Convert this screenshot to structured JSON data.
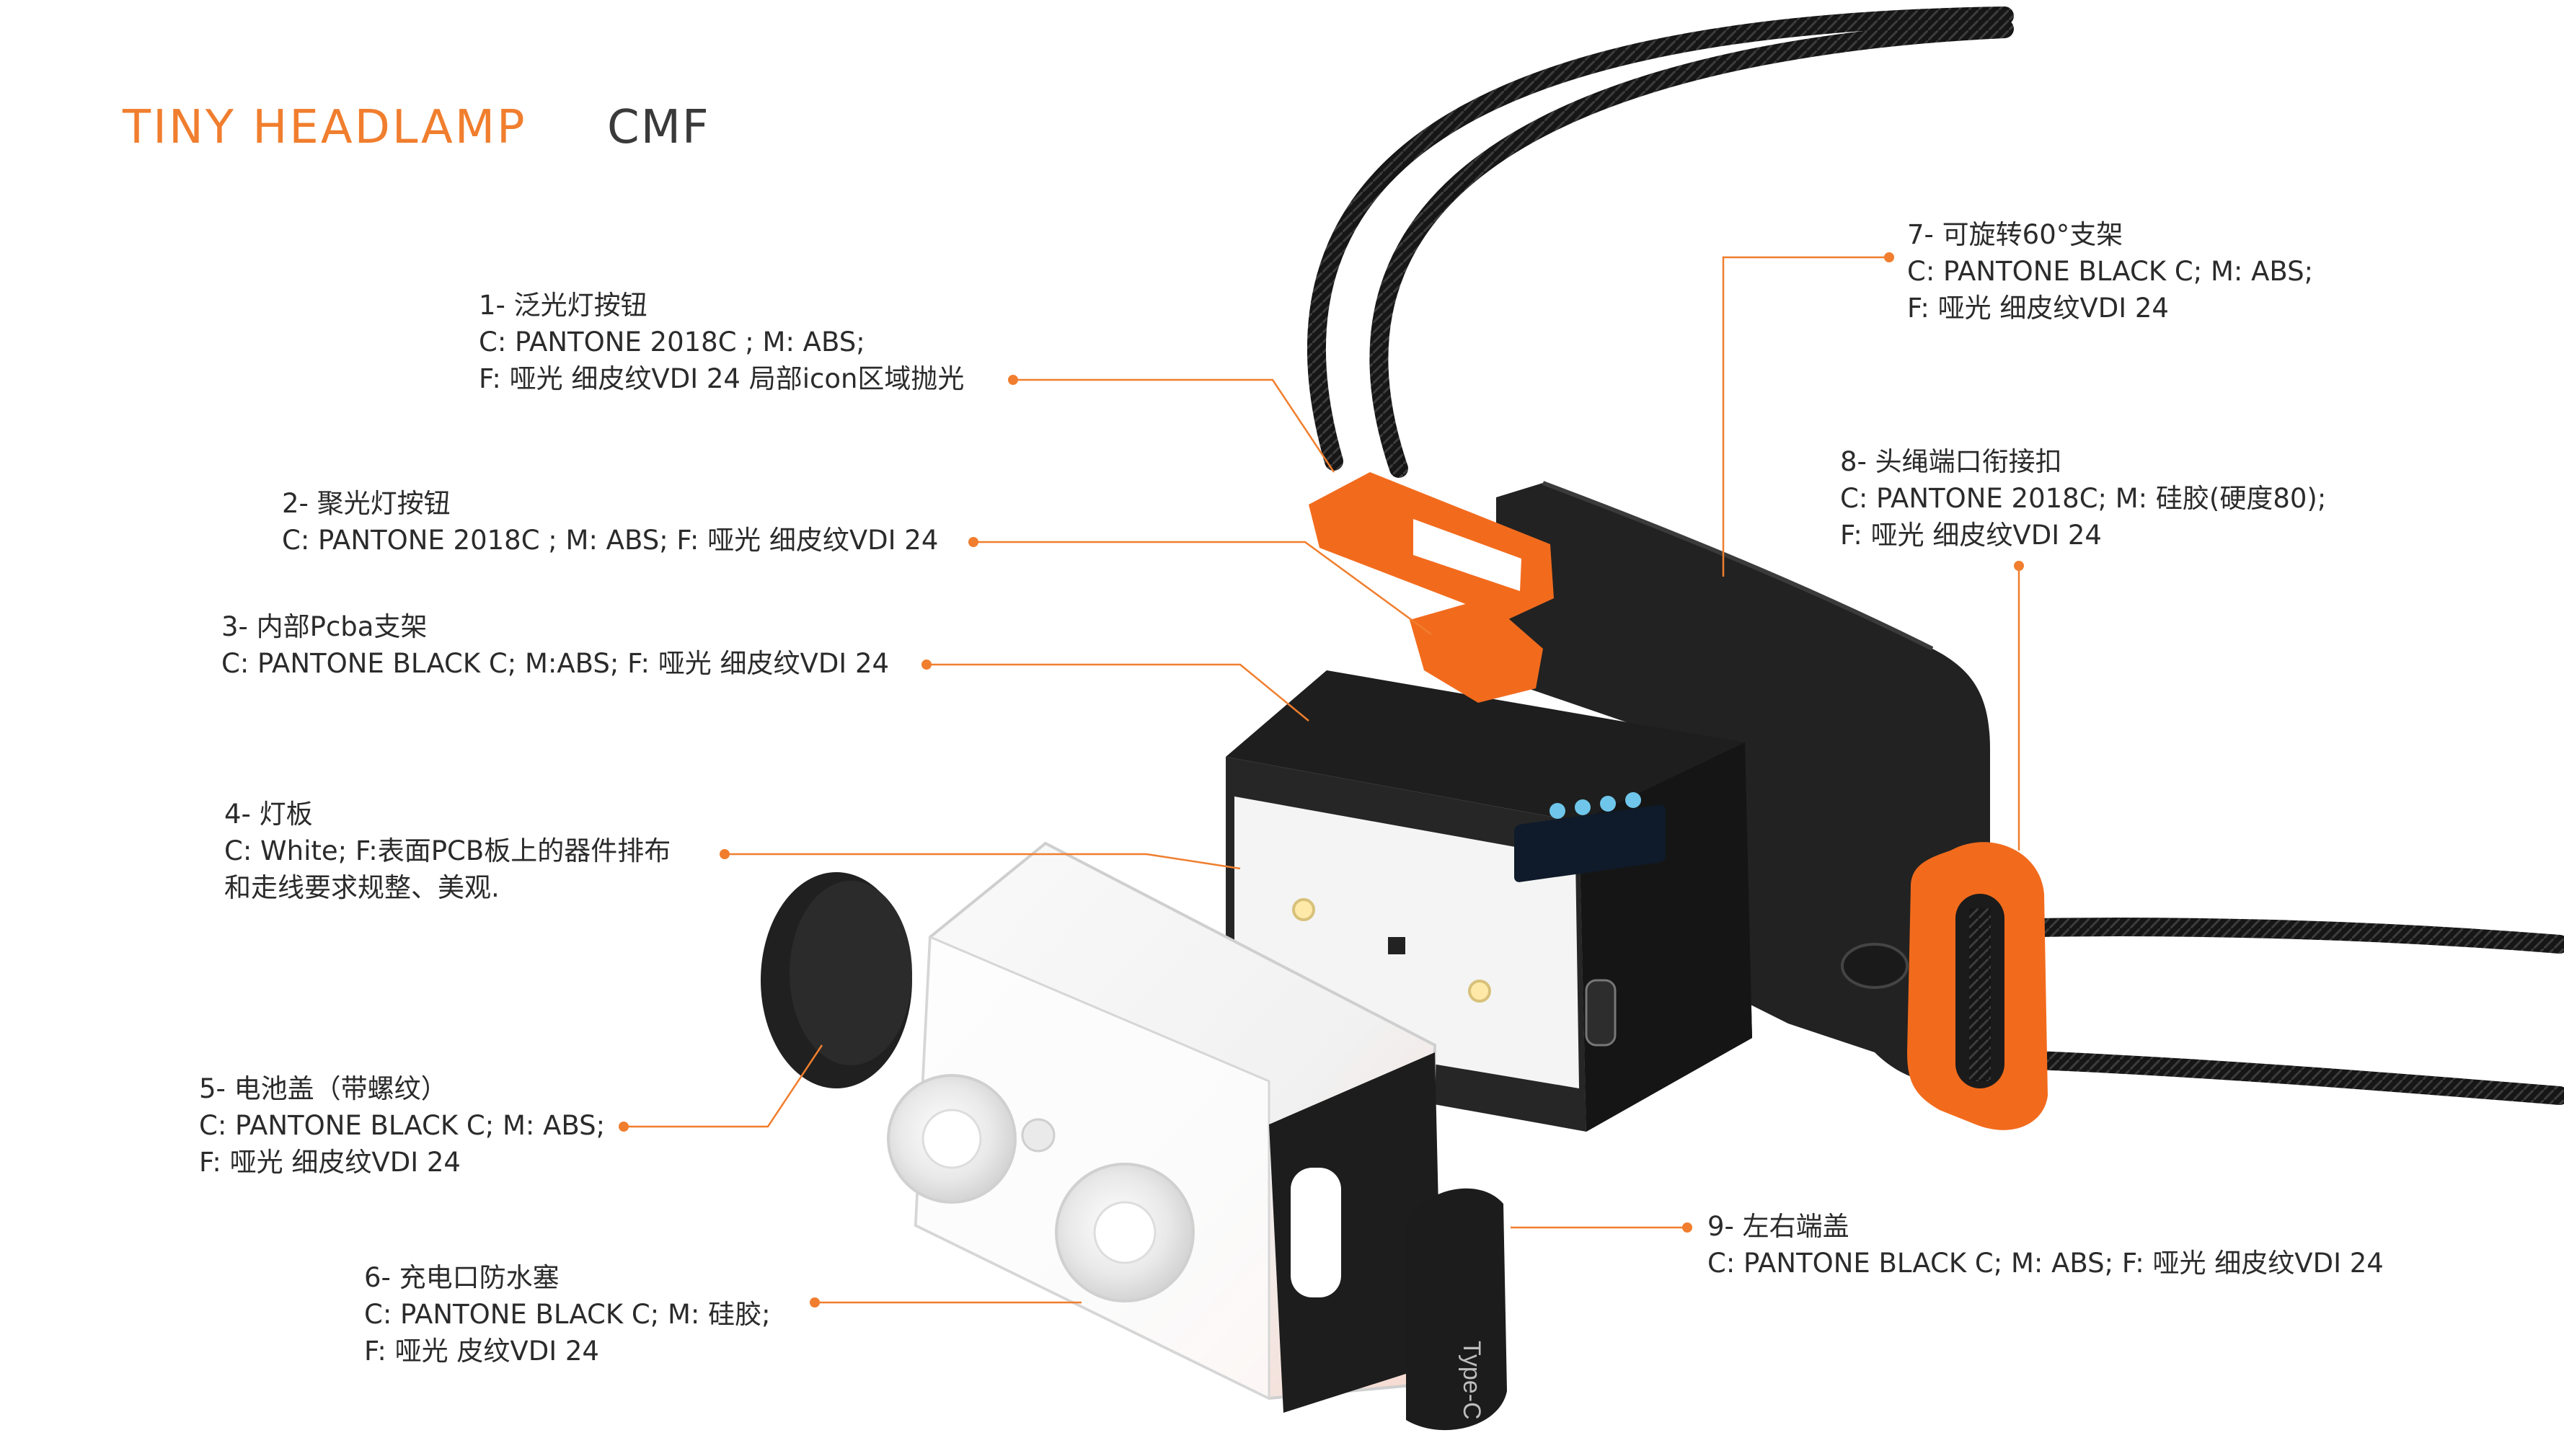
{
  "header": {
    "title": "TINY HEADLAMP",
    "subtitle": "CMF"
  },
  "colors": {
    "accent": "#F07E2E",
    "leader": "#F07E2E",
    "text": "#2b2b2b",
    "body_black": "#1e1e1e",
    "orange_part": "#F26B1D"
  },
  "callouts": [
    {
      "lines": [
        "1- 泛光灯按钮",
        "C: PANTONE 2018C ; M: ABS;",
        "F: 哑光 细皮纹VDI 24 局部icon区域抛光"
      ]
    },
    {
      "lines": [
        "2- 聚光灯按钮",
        "C: PANTONE 2018C ; M: ABS; F: 哑光 细皮纹VDI 24"
      ]
    },
    {
      "lines": [
        "3- 内部Pcba支架",
        "C: PANTONE BLACK C; M:ABS; F: 哑光 细皮纹VDI 24"
      ]
    },
    {
      "lines": [
        "4- 灯板",
        "C: White; F:表面PCB板上的器件排布",
        "和走线要求规整、美观."
      ]
    },
    {
      "lines": [
        "5- 电池盖（带螺纹）",
        "C: PANTONE BLACK C; M: ABS;",
        "F: 哑光 细皮纹VDI 24"
      ]
    },
    {
      "lines": [
        "6- 充电口防水塞",
        "C: PANTONE BLACK C; M: 硅胶;",
        "F: 哑光 皮纹VDI 24"
      ]
    },
    {
      "lines": [
        "7- 可旋转60°支架",
        "C: PANTONE BLACK C; M: ABS;",
        "F: 哑光 细皮纹VDI 24"
      ]
    },
    {
      "lines": [
        "8- 头绳端口衔接扣",
        "C: PANTONE 2018C; M: 硅胶(硬度80);",
        "F: 哑光 细皮纹VDI 24"
      ]
    },
    {
      "lines": [
        "9- 左右端盖",
        "C: PANTONE BLACK C; M: ABS; F: 哑光 细皮纹VDI 24"
      ]
    }
  ],
  "product": {
    "plug_label": "Type-C"
  }
}
